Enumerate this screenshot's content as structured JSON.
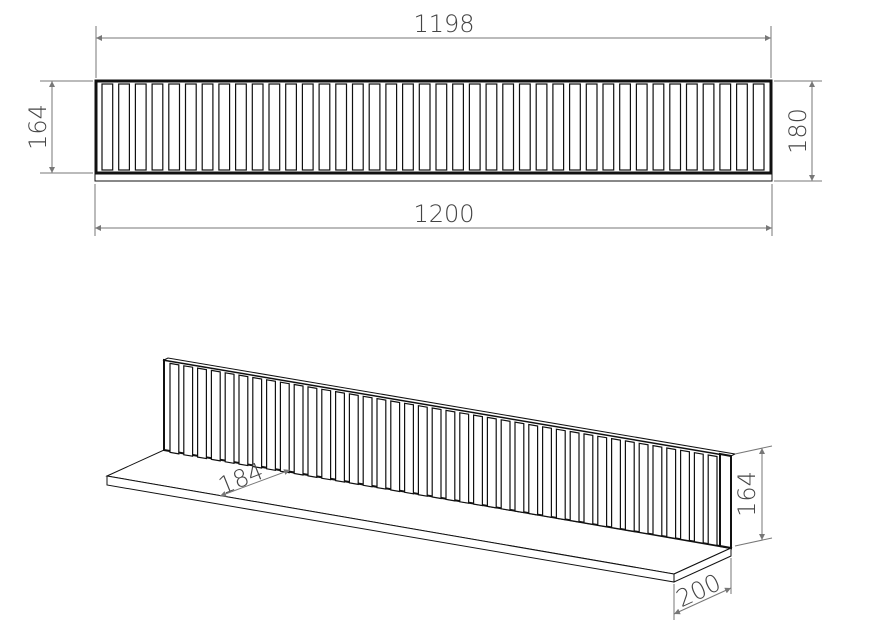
{
  "front_view": {
    "top_width": "1198",
    "bottom_width": "1200",
    "left_height": "164",
    "right_height": "180"
  },
  "iso_view": {
    "depth_inner": "184",
    "depth_total": "200",
    "height": "164"
  },
  "colors": {
    "ink": "#111111",
    "dimension": "#777777",
    "text": "#444444"
  }
}
